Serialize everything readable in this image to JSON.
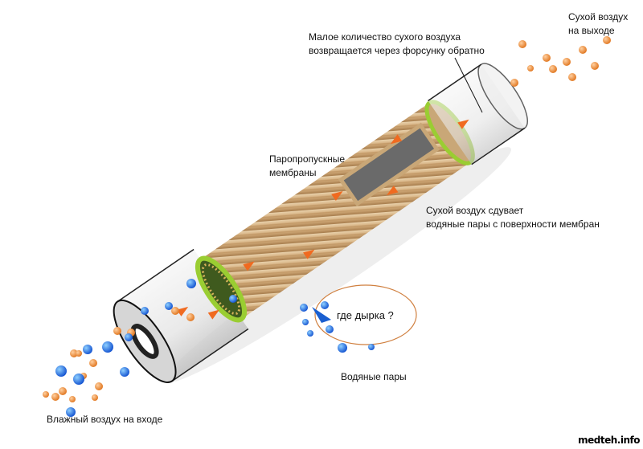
{
  "labels": {
    "outlet": [
      "Сухой воздух",
      "на выходе"
    ],
    "purge": [
      "Малое количество сухого воздуха",
      "возвращается через форсунку обратно"
    ],
    "membranes": [
      "Паропропускные",
      "мембраны"
    ],
    "sweep": [
      "Сухой воздух сдувает",
      "водяные пары с поверхности мембран"
    ],
    "hole_question": "где дырка ?",
    "water_vapor": "Водяные пары",
    "inlet": "Влажный воздух на входе"
  },
  "watermark": "medteh.info",
  "colors": {
    "dry_air": "#f08a2e",
    "water": "#1e6fe0",
    "membrane": "#d8b487",
    "seal": "#9acd32",
    "ellipse": "#d08040"
  }
}
